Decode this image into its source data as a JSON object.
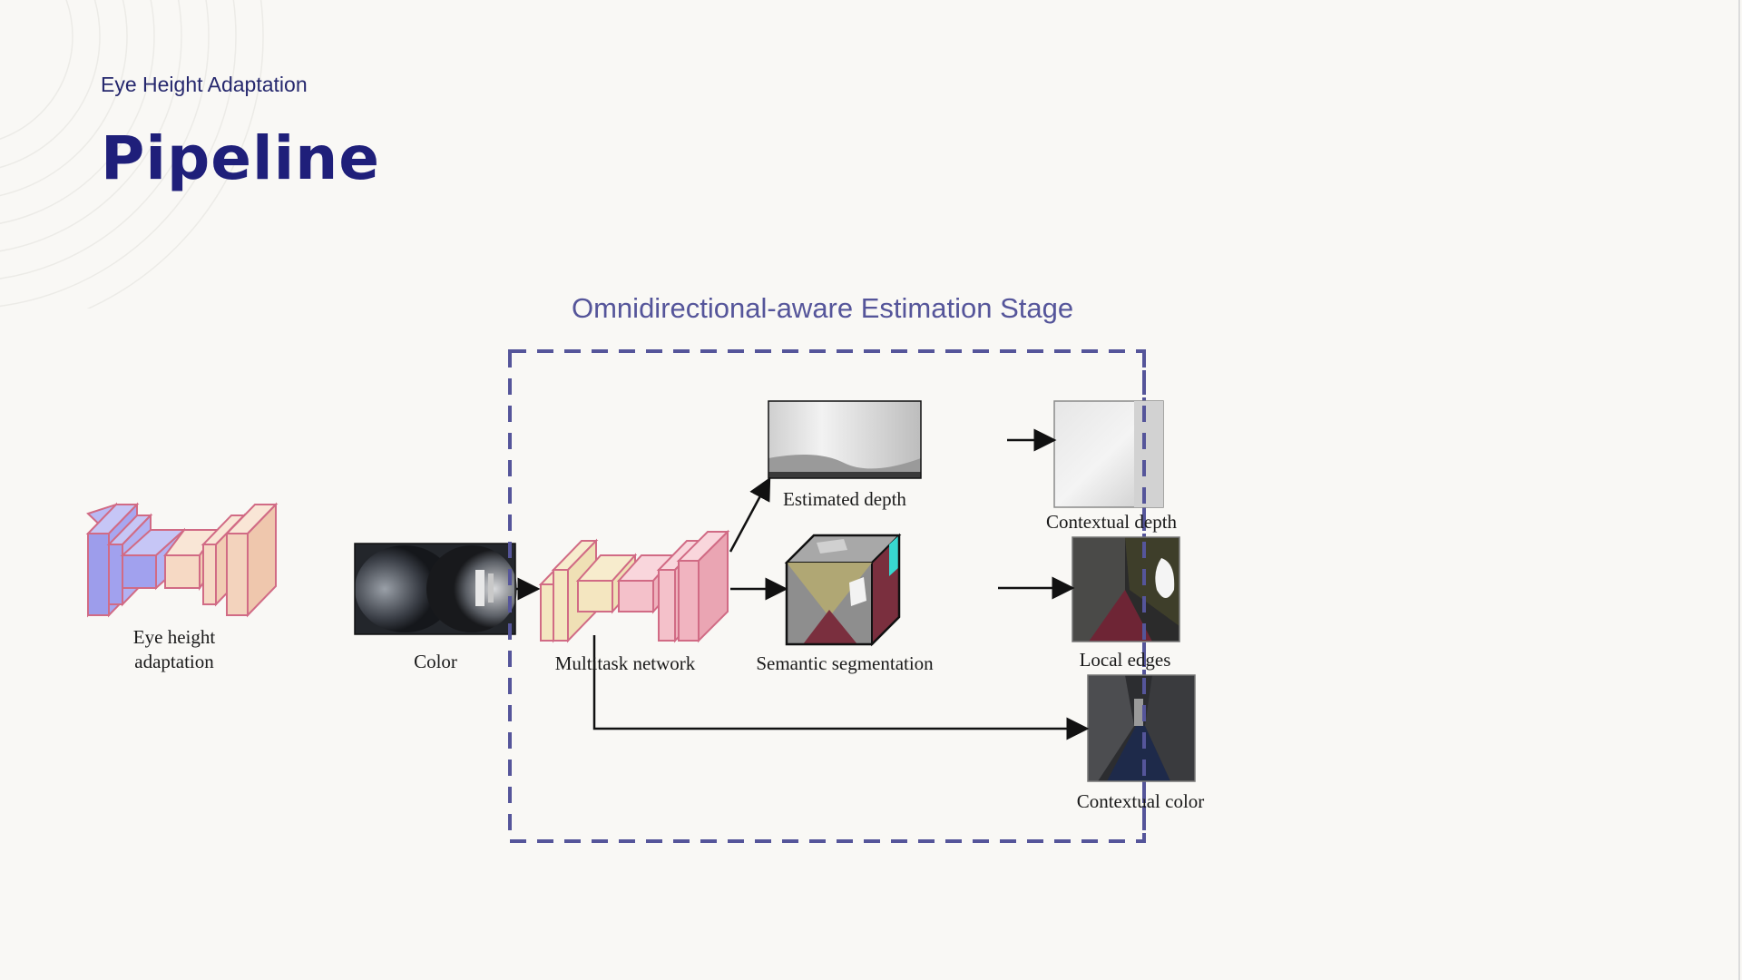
{
  "slide": {
    "subtitle": "Eye Height Adaptation",
    "title": "Pipeline",
    "stage_label": "Omnidirectional-aware Estimation Stage"
  },
  "labels": {
    "eye_height_1": "Eye height",
    "eye_height_2": "adaptation",
    "color": "Color",
    "multitask": "Multitask network",
    "estimated_depth": "Estimated depth",
    "semantic_segmentation": "Semantic segmentation",
    "contextual_depth": "Contextual depth",
    "local_edges": "Local edges",
    "contextual_color": "Contextual color"
  },
  "colors": {
    "title": "#1f1f7a",
    "stage_box": "#55559a",
    "encoder_blue": "#a7a7f0",
    "decoder_peach": "#f6d9c4",
    "network_pink": "#f4b7c2",
    "outline": "#d16b85"
  }
}
